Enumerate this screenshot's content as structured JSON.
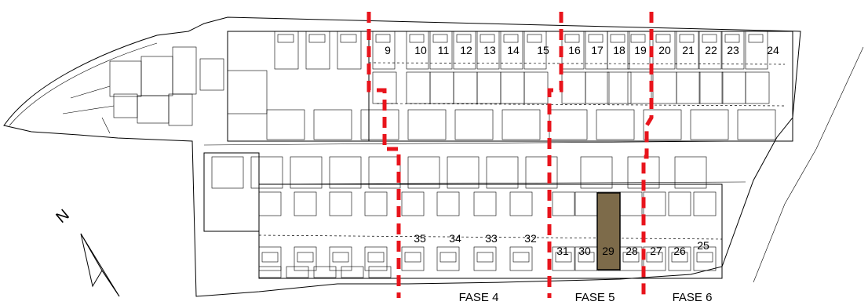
{
  "plan": {
    "upper_units": [
      "9",
      "10",
      "11",
      "12",
      "13",
      "14",
      "15",
      "16",
      "17",
      "18",
      "19",
      "20",
      "21",
      "22",
      "23",
      "24"
    ],
    "lower_units_left": [
      "35",
      "34",
      "33",
      "32"
    ],
    "lower_units_right": [
      "31",
      "30",
      "29",
      "28",
      "27",
      "26",
      "25"
    ],
    "highlighted_unit": "29",
    "phases": [
      "FASE 4",
      "FASE 5",
      "FASE 6"
    ],
    "north_label": "N"
  },
  "colors": {
    "phase_divider": "#e8141c",
    "highlight_fill": "#7d6b4a",
    "walls": "#000000",
    "background": "#ffffff"
  }
}
